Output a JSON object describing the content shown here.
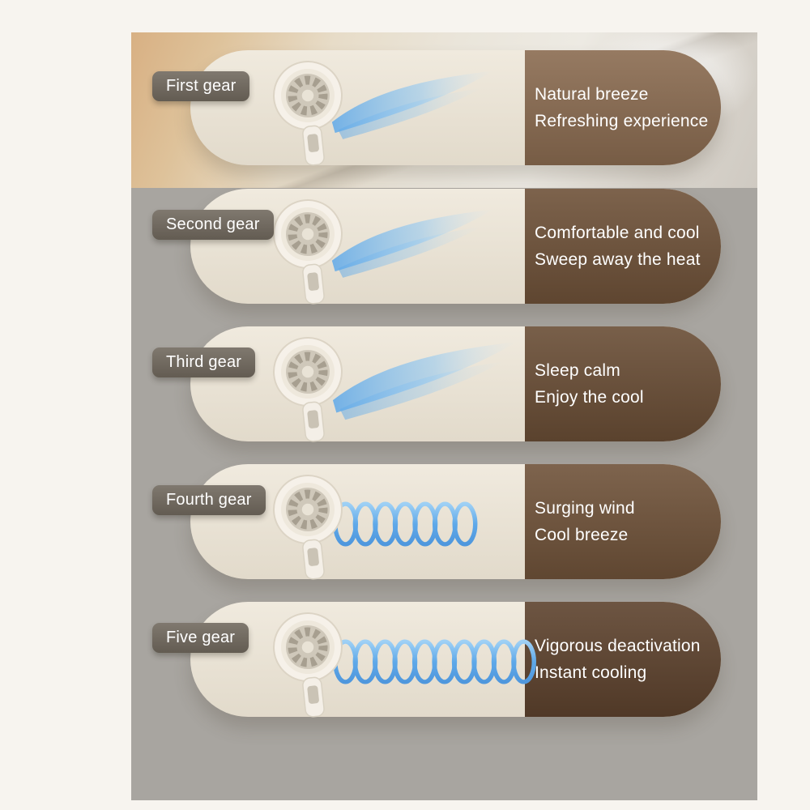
{
  "colors": {
    "page_background": "#f7f4ef",
    "panel_background": "#a8a5a0",
    "capsule": "#ebe3d3",
    "badge": "#6e665b",
    "airflow_blue": "#5fa9e9",
    "text_white": "#ffffff"
  },
  "rows": [
    {
      "gear_label": "First gear",
      "line1": "Natural breeze",
      "line2": "Refreshing experience",
      "panel_color": "#8a6b50",
      "airflow_style": "breeze"
    },
    {
      "gear_label": "Second gear",
      "line1": "Comfortable and cool",
      "line2": "Sweep away the heat",
      "panel_color": "#6e5138",
      "airflow_style": "breeze"
    },
    {
      "gear_label": "Third gear",
      "line1": "Sleep calm",
      "line2": "Enjoy the cool",
      "panel_color": "#694d35",
      "airflow_style": "breeze-strong"
    },
    {
      "gear_label": "Fourth gear",
      "line1": "Surging wind",
      "line2": "Cool breeze",
      "panel_color": "#6f5239",
      "airflow_style": "coil"
    },
    {
      "gear_label": "Five gear",
      "line1": "Vigorous deactivation",
      "line2": "Instant cooling",
      "panel_color": "#5d422d",
      "airflow_style": "coil-long"
    }
  ]
}
